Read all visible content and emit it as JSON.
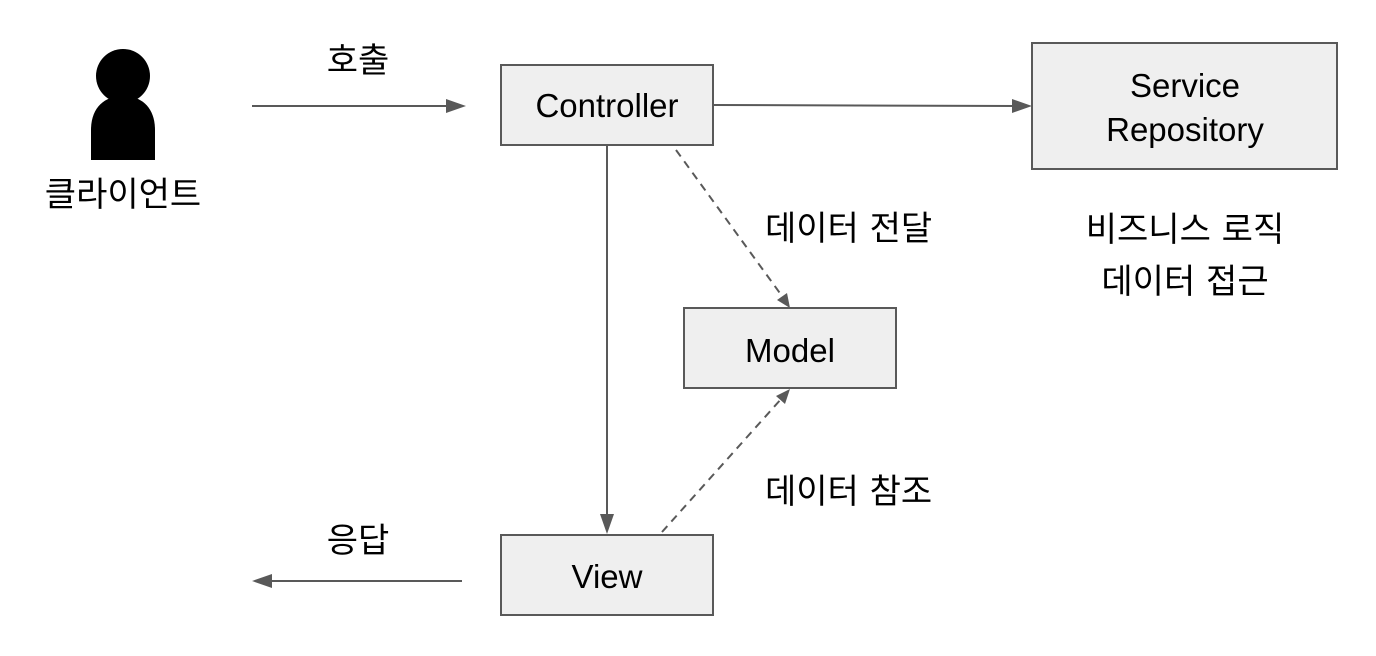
{
  "nodes": {
    "client": {
      "label": "클라이언트",
      "icon": "person-icon"
    },
    "controller": {
      "label": "Controller"
    },
    "service": {
      "line1": "Service",
      "line2": "Repository"
    },
    "model": {
      "label": "Model"
    },
    "view": {
      "label": "View"
    }
  },
  "edges": {
    "call": "호출",
    "response": "응답",
    "pass_data": "데이터 전달",
    "ref_data": "데이터 참조"
  },
  "notes": {
    "service_line1": "비즈니스 로직",
    "service_line2": "데이터 접근"
  },
  "colors": {
    "box_fill": "#efefef",
    "box_stroke": "#595959",
    "arrow": "#595959",
    "icon": "#000000"
  }
}
